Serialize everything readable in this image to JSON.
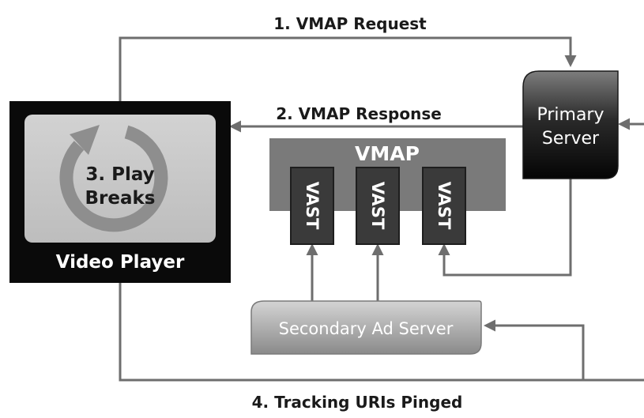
{
  "diagram": {
    "flows": {
      "request": "1. VMAP Request",
      "response": "2. VMAP Response",
      "tracking": "4. Tracking URIs Pinged"
    },
    "player": {
      "label": "Video Player",
      "play_line1": "3. Play",
      "play_line2": "Breaks"
    },
    "primary_server": {
      "line1": "Primary",
      "line2": "Server"
    },
    "vmap": {
      "label": "VMAP",
      "vast_items": [
        "VAST",
        "VAST",
        "VAST"
      ]
    },
    "secondary_server": {
      "label": "Secondary Ad Server"
    }
  },
  "colors": {
    "player_frame": "#0a0a0a",
    "player_screen": "#c9c9c9",
    "vmap_box": "#7a7a7a",
    "vast_box": "#3a3a3a",
    "arrow": "#6e6e6e",
    "primary_server_top": "#7d7d7d",
    "primary_server_bottom": "#050505",
    "secondary_server_top": "#cfcfcf",
    "secondary_server_bottom": "#858585"
  }
}
